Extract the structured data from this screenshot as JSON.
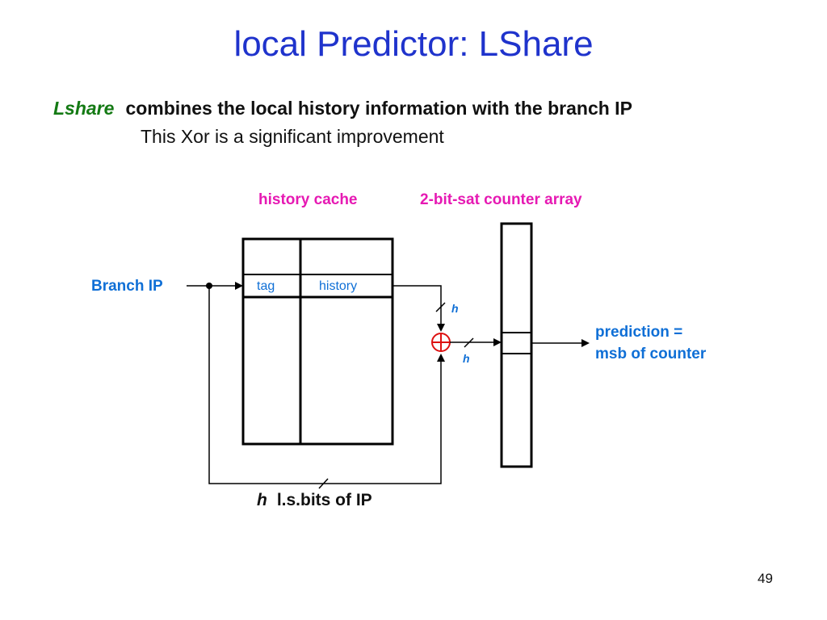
{
  "title": "local Predictor: LShare",
  "intro": {
    "keyword": "Lshare",
    "line1": "combines the local history information with the branch IP",
    "line2": "This Xor is a significant improvement"
  },
  "diagram": {
    "history_cache_label": "history cache",
    "counter_array_label": "2-bit-sat counter array",
    "branch_ip_label": "Branch IP",
    "tag_label": "tag",
    "history_label": "history",
    "h_upper": "h",
    "h_lower": "h",
    "prediction_line1": "prediction =",
    "prediction_line2": "msb of counter",
    "bottom_h": "h",
    "bottom_label": "l.s.bits of IP"
  },
  "colors": {
    "title": "#1f33cc",
    "keyword": "#147a14",
    "labels_magenta": "#e619b3",
    "labels_blue": "#0f6fd6",
    "xor": "#dd1111"
  },
  "page_number": "49"
}
